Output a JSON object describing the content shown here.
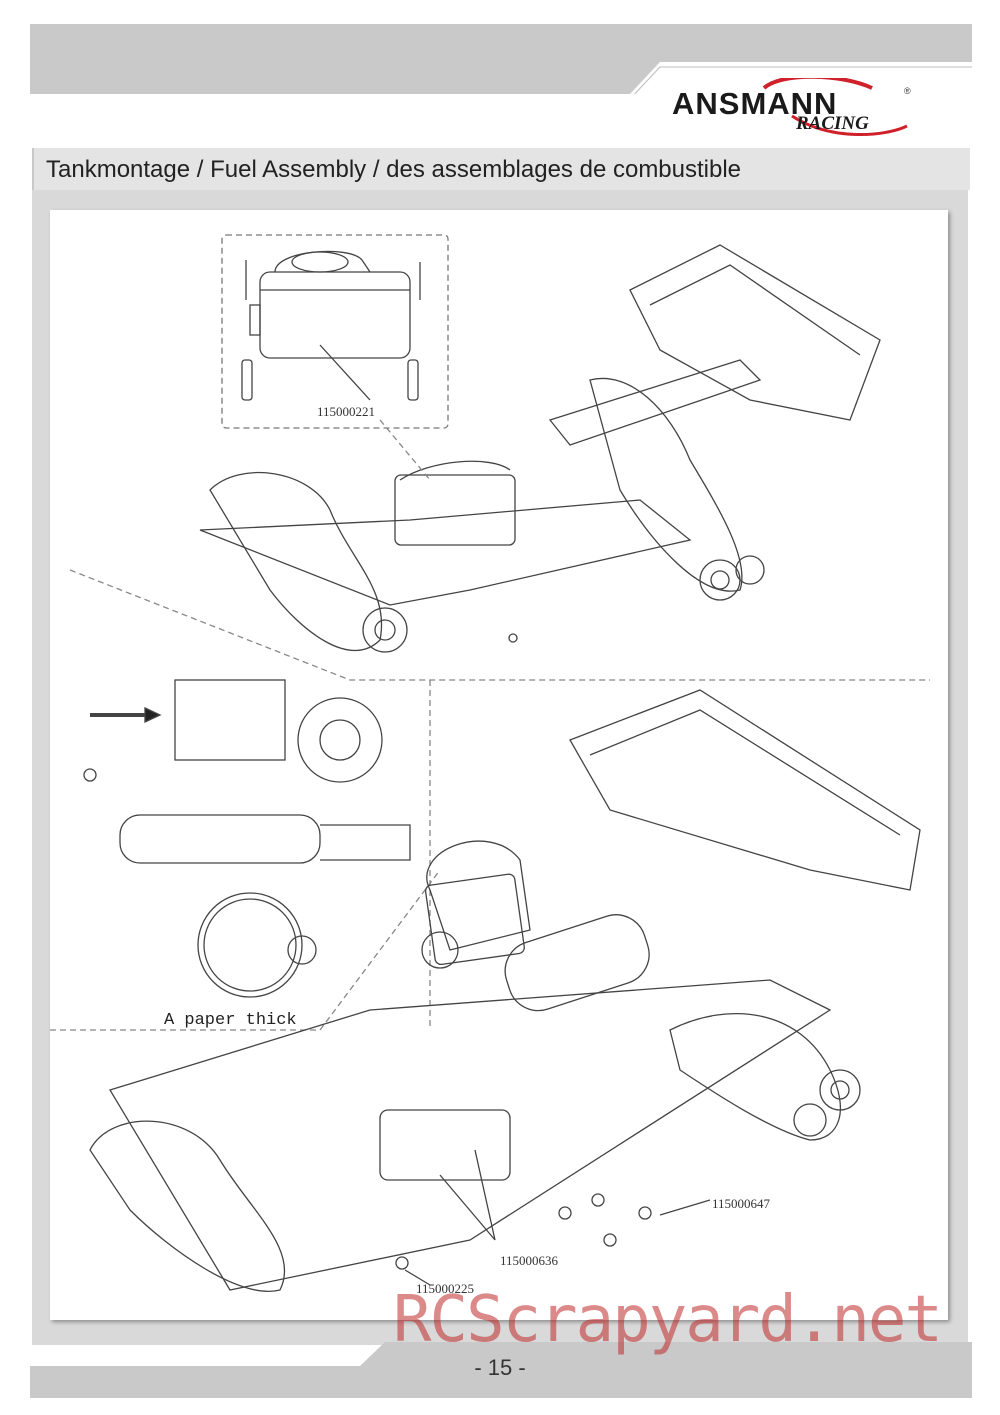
{
  "brand": {
    "name": "ANSMANN",
    "sub": "RACING",
    "reg": "®",
    "accent_color": "#d0202a"
  },
  "section": {
    "title": "Tankmontage / Fuel Assembly / des assemblages de combustible"
  },
  "diagram": {
    "part_numbers": {
      "tank": "115000221",
      "screws_a": "115000647",
      "clip": "115000636",
      "screw_b": "115000225"
    },
    "note": "A paper thick"
  },
  "footer": {
    "page": "- 15 -"
  },
  "watermark": "RCScrapyard.net"
}
